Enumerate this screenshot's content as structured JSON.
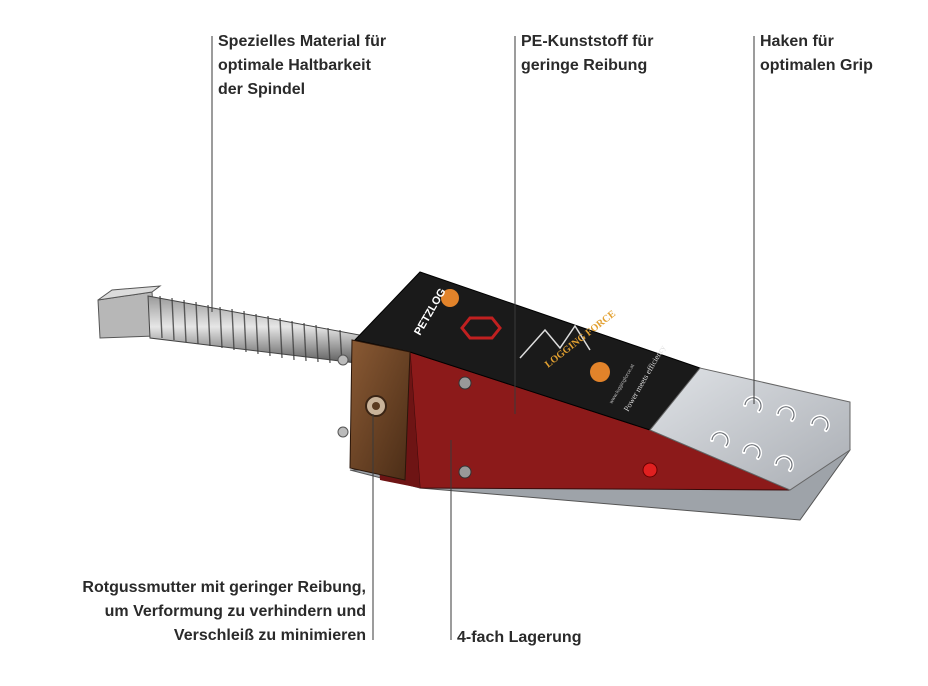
{
  "callouts": {
    "material": [
      "Spezielles Material für",
      "optimale Haltbarkeit",
      "der Spindel"
    ],
    "pe": [
      "PE-Kunststoff für",
      "geringe Reibung"
    ],
    "haken": [
      "Haken für",
      "optimalen Grip"
    ],
    "rotguss": [
      "Rotgussmutter mit geringer Reibung,",
      "um Verformung zu verhindern und",
      "Verschleiß zu minimieren"
    ],
    "lagerung": [
      "4-fach Lagerung"
    ]
  },
  "product": {
    "brand": "PETZLOG",
    "slogan": "Power meets efficiency",
    "logo_text": "LOGGING FORCE",
    "url": "www.loggingforce.at"
  },
  "colors": {
    "body_red": "#8c1a1a",
    "top_black": "#1a1a1a",
    "nut_bronze": "#6b4226",
    "plate_steel": "#c9cdd3"
  }
}
